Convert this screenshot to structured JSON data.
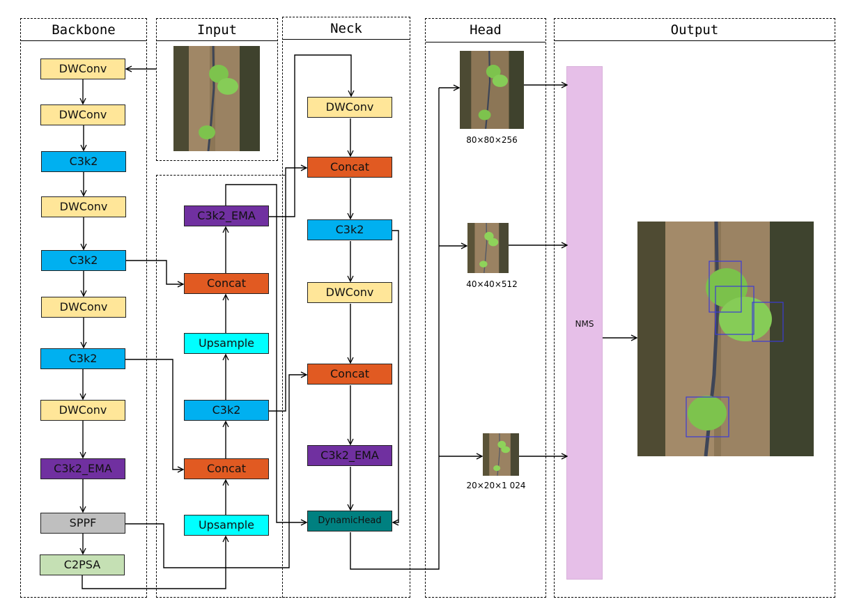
{
  "panels": {
    "backbone": "Backbone",
    "input": "Input",
    "neck": "Neck",
    "head": "Head",
    "output": "Output"
  },
  "colors": {
    "dwconv": "#ffe699",
    "c3k2": "#00b0f0",
    "c3k2_ema": "#7030a0",
    "concat": "#e15a22",
    "upsample": "#00ffff",
    "sppf": "#bfbfbf",
    "c2psa": "#c5e0b4",
    "dynamichead": "#008080",
    "nms": "#e6bfe8"
  },
  "backbone": {
    "nodes": [
      "DWConv",
      "DWConv",
      "C3k2",
      "DWConv",
      "C3k2",
      "DWConv",
      "C3k2",
      "DWConv",
      "C3k2_EMA",
      "SPPF",
      "C2PSA"
    ]
  },
  "fpn": {
    "nodes": [
      "C3k2_EMA",
      "Concat",
      "Upsample",
      "C3k2",
      "Concat",
      "Upsample"
    ]
  },
  "neck": {
    "nodes": [
      "DWConv",
      "Concat",
      "C3k2",
      "DWConv",
      "Concat",
      "C3k2_EMA",
      "DynamicHead"
    ]
  },
  "head": {
    "outputs": [
      {
        "label": "80×80×256"
      },
      {
        "label": "40×40×512"
      },
      {
        "label": "20×20×1 024"
      }
    ]
  },
  "output": {
    "nms_label": "NMS"
  }
}
